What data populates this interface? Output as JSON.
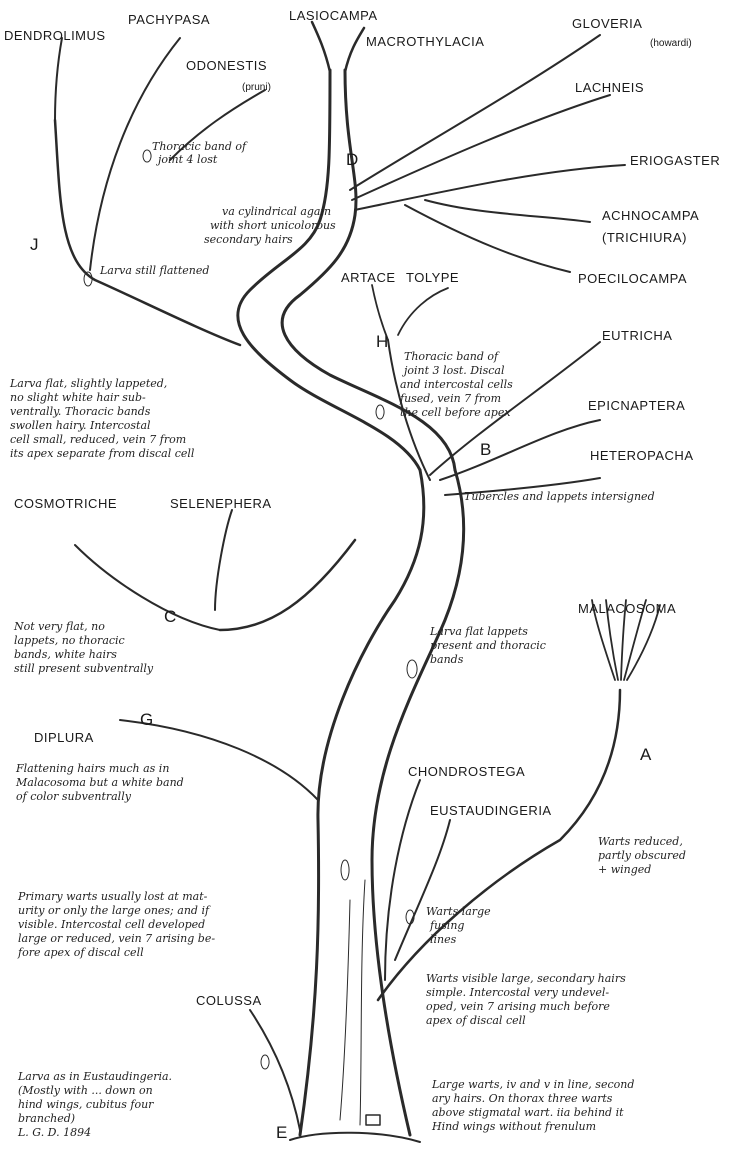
{
  "genera": {
    "dendrolimus": "DENDROLIMUS",
    "pachypasa": "PACHYPASA",
    "odonestis": "ODONESTIS",
    "odonestis_sub": "(pruni)",
    "lasiocampa": "LASIOCAMPA",
    "macrothylacia": "MACROTHYLACIA",
    "gloveria": "GLOVERIA",
    "gloveria_sub": "(howardi)",
    "lachneis": "LACHNEIS",
    "eriogaster": "ERIOGASTER",
    "achnocampa": "ACHNOCAMPA",
    "trichiura": "(TRICHIURA)",
    "poecilocampa": "POECILOCAMPA",
    "artace": "ARTACE",
    "tolype": "TOLYPE",
    "eutricha": "EUTRICHA",
    "epicnaptera": "EPICNAPTERA",
    "heteropacha": "HETEROPACHA",
    "cosmotriche": "COSMOTRICHE",
    "selenephera": "SELENEPHERA",
    "malacosoma": "MALACOSOMA",
    "diplura": "DIPLURA",
    "chondrostega": "CHONDROSTEGA",
    "eustaudingeria": "EUSTAUDINGERIA",
    "colussa": "COLUSSA"
  },
  "letters": {
    "j": "J",
    "d": "D",
    "h": "H",
    "b": "B",
    "c": "C",
    "g": "G",
    "a": "A",
    "e": "E"
  },
  "notes": {
    "odonestis_1": "Thoracic band of",
    "odonestis_2": "joint 4 lost",
    "d_1": "va cylindrical again",
    "d_2": "with short unicolorous",
    "d_3": "secondary hairs",
    "j_note": "Larva still flattened",
    "h_1": "Thoracic band of",
    "h_2": "joint 3 lost. Discal",
    "h_3": "and intercostal cells",
    "h_4": "fused, vein 7 from",
    "h_5": "the cell before apex",
    "b_note": "Tubercles and lappets intersigned",
    "trunk_1": "Larva flat, slightly lappeted,",
    "trunk_2": "no slight white hair sub-",
    "trunk_3": "ventrally. Thoracic bands",
    "trunk_4": "swollen hairy. Intercostal",
    "trunk_5": "cell small, reduced, vein 7 from",
    "trunk_6": "its apex separate from discal cell",
    "c_1": "Not very flat, no",
    "c_2": "lappets, no thoracic",
    "c_3": "bands, white hairs",
    "c_4": "still present subventrally",
    "mid_1": "Larva flat lappets",
    "mid_2": "present and thoracic",
    "mid_3": "bands",
    "g_1": "Flattening hairs much as in",
    "g_2": "Malacosoma but a white band",
    "g_3": "of color subventrally",
    "a_1": "Warts reduced,",
    "a_2": "partly obscured",
    "a_3": "+ winged",
    "eu_1": "Warts large",
    "eu_2": "fusing",
    "eu_3": "lines",
    "prim_1": "Primary warts usually lost at mat-",
    "prim_2": "urity or only the large ones; and if",
    "prim_3": "visible. Intercostal cell developed",
    "prim_4": "large or reduced, vein 7 arising be-",
    "prim_5": "fore apex of discal cell",
    "warts_1": "Warts visible large, secondary hairs",
    "warts_2": "simple. Intercostal very undevel-",
    "warts_3": "oped, vein 7 arising much before",
    "warts_4": "apex of discal cell",
    "col_1": "Larva as in Eustaudingeria.",
    "col_2": "(Mostly with ... down on",
    "col_3": "hind wings, cubitus four",
    "col_4": "branched)",
    "col_5": "L. G. D. 1894",
    "root_1": "Large warts, iv and v in line, second",
    "root_2": "ary hairs. On thorax three warts",
    "root_3": "above stigmatal wart. iia behind it",
    "root_4": "Hind wings without frenulum"
  }
}
